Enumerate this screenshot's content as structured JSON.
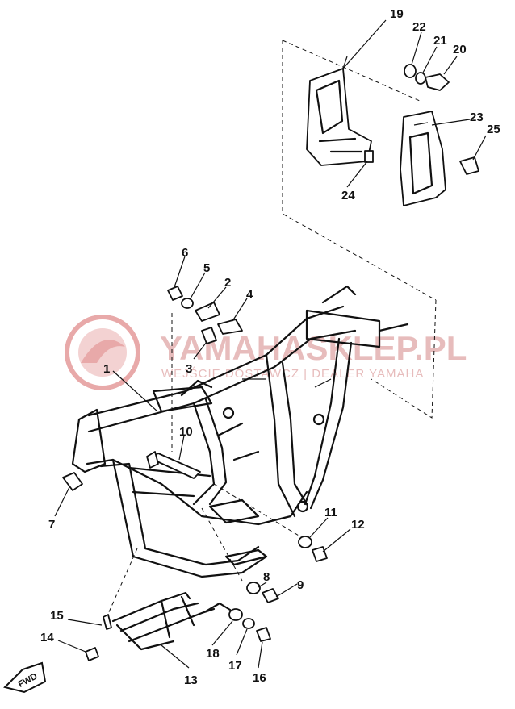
{
  "watermark": {
    "brand": "YAMAHASKLEP.PL",
    "tagline": "WEJŚCIE DOSTAWCZ | DEALER YAMAHA",
    "logo_color": "#e8a9a9"
  },
  "direction_tag": "FWD",
  "callouts": [
    "1",
    "2",
    "3",
    "4",
    "5",
    "6",
    "7",
    "8",
    "9",
    "10",
    "11",
    "12",
    "13",
    "14",
    "15",
    "16",
    "17",
    "18",
    "19",
    "20",
    "21",
    "22",
    "23",
    "24",
    "25"
  ]
}
